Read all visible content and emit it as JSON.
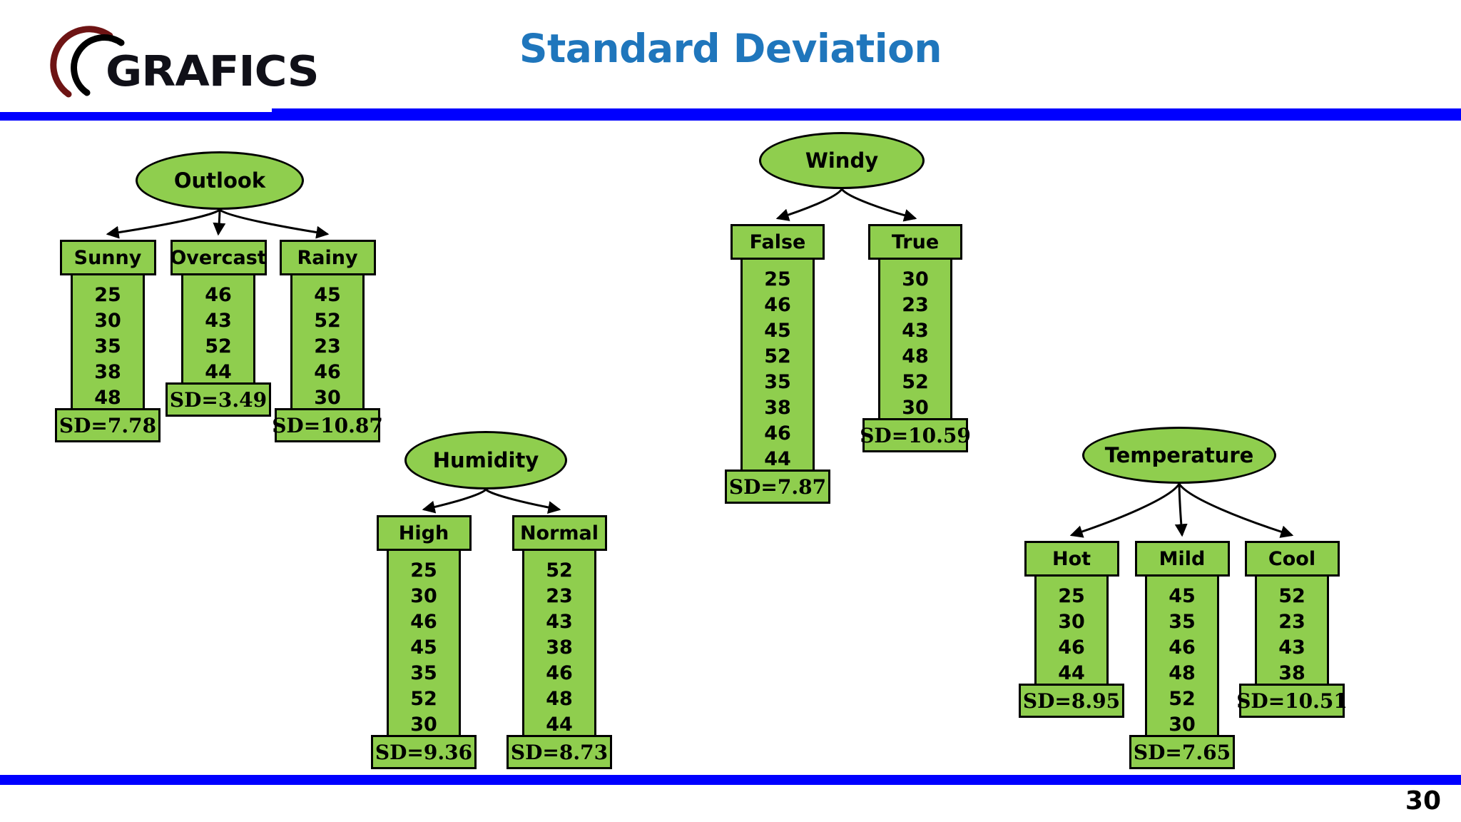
{
  "header": {
    "logo_text": "GRAFICS",
    "logo_icon": "grafics-arc-logo",
    "title": "Standard Deviation",
    "title_color": "#1f76bc",
    "rule_color": "#0000ff"
  },
  "footer": {
    "page_number": "30"
  },
  "colors": {
    "node_fill": "#8fce4e",
    "node_border": "#000000",
    "accent_blue": "#0000ff",
    "title_blue": "#1f76bc"
  },
  "chart_data": {
    "type": "diagram",
    "title": "Standard Deviation",
    "description": "Decision-tree style split diagrams showing target value lists and standard deviation for each attribute branch",
    "trees": [
      {
        "root": "Outlook",
        "branches": [
          {
            "label": "Sunny",
            "values": [
              "25",
              "30",
              "35",
              "38",
              "48"
            ],
            "sd": "SD=7.78"
          },
          {
            "label": "Overcast",
            "values": [
              "46",
              "43",
              "52",
              "44"
            ],
            "sd": "SD=3.49"
          },
          {
            "label": "Rainy",
            "values": [
              "45",
              "52",
              "23",
              "46",
              "30"
            ],
            "sd": "SD=10.87"
          }
        ]
      },
      {
        "root": "Windy",
        "branches": [
          {
            "label": "False",
            "values": [
              "25",
              "46",
              "45",
              "52",
              "35",
              "38",
              "46",
              "44"
            ],
            "sd": "SD=7.87"
          },
          {
            "label": "True",
            "values": [
              "30",
              "23",
              "43",
              "48",
              "52",
              "30"
            ],
            "sd": "SD=10.59"
          }
        ]
      },
      {
        "root": "Humidity",
        "branches": [
          {
            "label": "High",
            "values": [
              "25",
              "30",
              "46",
              "45",
              "35",
              "52",
              "30"
            ],
            "sd": "SD=9.36"
          },
          {
            "label": "Normal",
            "values": [
              "52",
              "23",
              "43",
              "38",
              "46",
              "48",
              "44"
            ],
            "sd": "SD=8.73"
          }
        ]
      },
      {
        "root": "Temperature",
        "branches": [
          {
            "label": "Hot",
            "values": [
              "25",
              "30",
              "46",
              "44"
            ],
            "sd": "SD=8.95"
          },
          {
            "label": "Mild",
            "values": [
              "45",
              "35",
              "46",
              "48",
              "52",
              "30"
            ],
            "sd": "SD=7.65"
          },
          {
            "label": "Cool",
            "values": [
              "52",
              "23",
              "43",
              "38"
            ],
            "sd": "SD=10.51"
          }
        ]
      }
    ]
  }
}
